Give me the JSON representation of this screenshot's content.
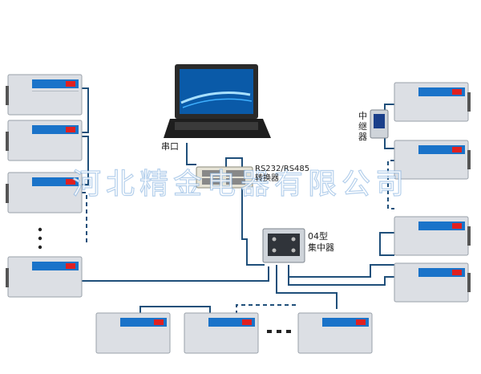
{
  "labels": {
    "serial_port": "串口",
    "converter": "RS232/RS485\n转换器",
    "concentrator": "04型\n集中器",
    "repeater": "中\n继\n器"
  },
  "watermark": "河北精金电器有限公司",
  "colors": {
    "wire": "#1f4f7a",
    "unit_body": "#dcdfe4",
    "unit_panel": "#1a73c9",
    "display": "#e02020"
  }
}
